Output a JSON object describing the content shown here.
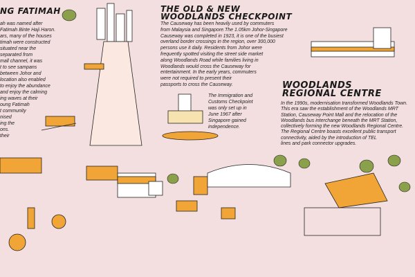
{
  "sections": {
    "fatimah": {
      "title": "NG FATIMAH",
      "lines": [
        "ah was named after",
        "Fatimah Binte Haji Haron.",
        "ars, many of the houses",
        "timah were constructed",
        "situated near the",
        "separated from",
        "mall channel, it was",
        "t to see sampans",
        "between Johor and",
        "location also enabled",
        "to enjoy the abundance",
        "and enjoy the calming",
        "ing waves at their",
        "oung Fatimah",
        "t community",
        "nised",
        "ing the",
        "ons.",
        "their"
      ]
    },
    "checkpoint": {
      "title_line1": "THE OLD & NEW",
      "title_line2": "WOODLANDS CHECKPOINT",
      "lines": [
        "The Causeway has been heavily used by commuters",
        "from Malaysia and Singapore.The 1.05km Johor-Singapore",
        "Causeway was completed in 1923, it is one of the busiest",
        "overland border crossings in the region, over 300,000",
        "persons use it daily. Residents from Johor were",
        "frequently spotted visiting the street side market",
        "along Woodlands Road while families living in",
        "Woodlands would cross the Causeway for",
        "entertainment. In the early years, commuters",
        "were not required to present their",
        "passports to cross the Causeway."
      ],
      "caption": [
        "The Immigration and",
        "Customs Checkpoint",
        "was only set up in",
        "June 1967 after",
        "Singapore gained",
        "independence."
      ]
    },
    "regional": {
      "title_line1": "WOODLANDS",
      "title_line2": "REGIONAL CENTRE",
      "lines": [
        "In the 1990s, modernisation transformed Woodlands Town.",
        "This era saw the establishment of the Woodlands MRT",
        "Station, Causeway Point Mall  and the relocation of the",
        "Woodlands bus interchange beneath the MRT Station,",
        "collectively forming the new Woodlands Regional Centre.",
        "The Regional Centre boasts excellent public transport",
        "connectivity, aided by the introduction of TEL",
        "lines and park connector upgrades."
      ]
    }
  },
  "colors": {
    "background": "#f3dfdf",
    "accent": "#f0a536",
    "ink": "#1a1a1a",
    "tree": "#8aa04a"
  }
}
